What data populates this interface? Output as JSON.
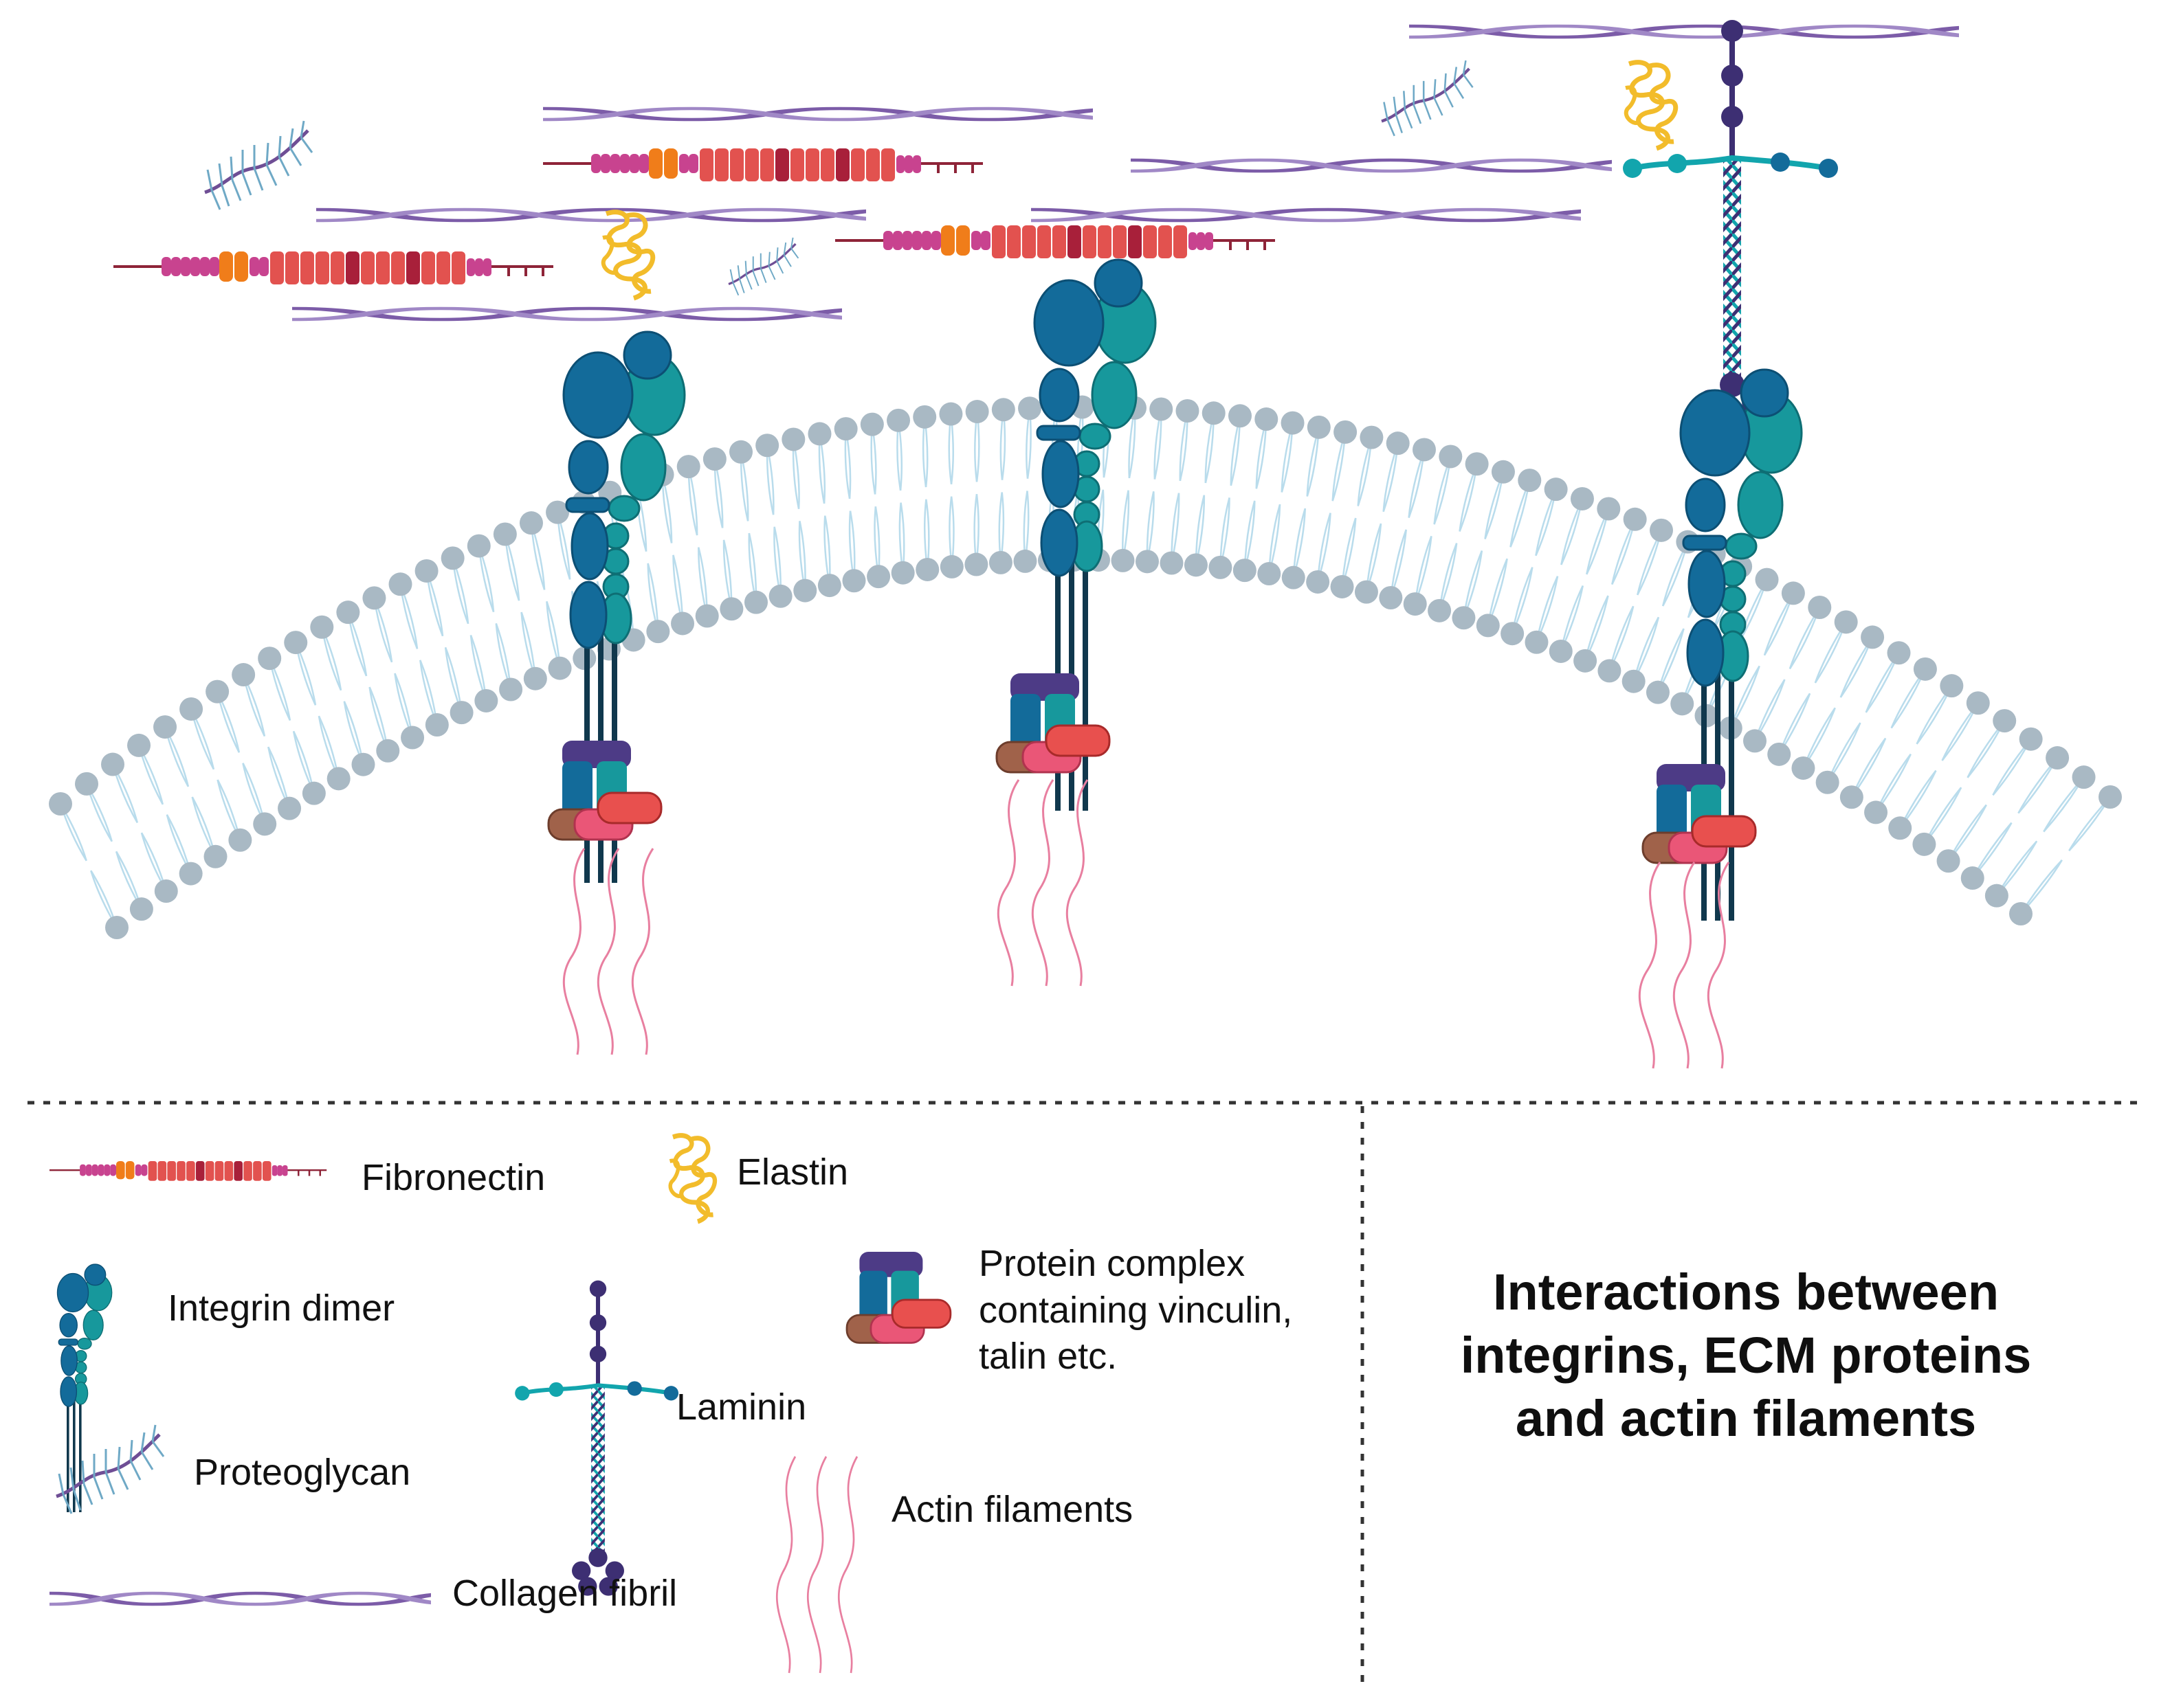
{
  "title_lines": [
    "Interactions between",
    "integrins, ECM proteins",
    "and actin filaments"
  ],
  "legend": {
    "fibronectin": "Fibronectin",
    "elastin": "Elastin",
    "integrin_dimer": "Integrin dimer",
    "laminin": "Laminin",
    "protein_complex": "Protein complex containing vinculin, talin etc.",
    "proteoglycan": "Proteoglycan",
    "actin_filaments": "Actin filaments",
    "collagen_fibril": "Collagen fibril"
  },
  "colors": {
    "membrane_head": "#a9b9c4",
    "membrane_tail": "#b9dcec",
    "collagen": "#8a6bb0",
    "fibronectin_red": "#e2524f",
    "fibronectin_dark": "#a8203a",
    "fibronectin_orange": "#f07d1a",
    "fibronectin_pink": "#c8438f",
    "integrin_alpha": "#136b9a",
    "integrin_beta": "#17989c",
    "laminin": "#3d2f73",
    "laminin_teal": "#12a5ad",
    "elastin": "#f2bc2b",
    "complex_purple": "#4d3b86",
    "complex_red": "#e8504e",
    "complex_pink": "#ea5677",
    "complex_brown": "#a0624a",
    "actin": "#f0a6b8",
    "proteoglycan": "#6fa9c6",
    "divider": "#333333"
  }
}
